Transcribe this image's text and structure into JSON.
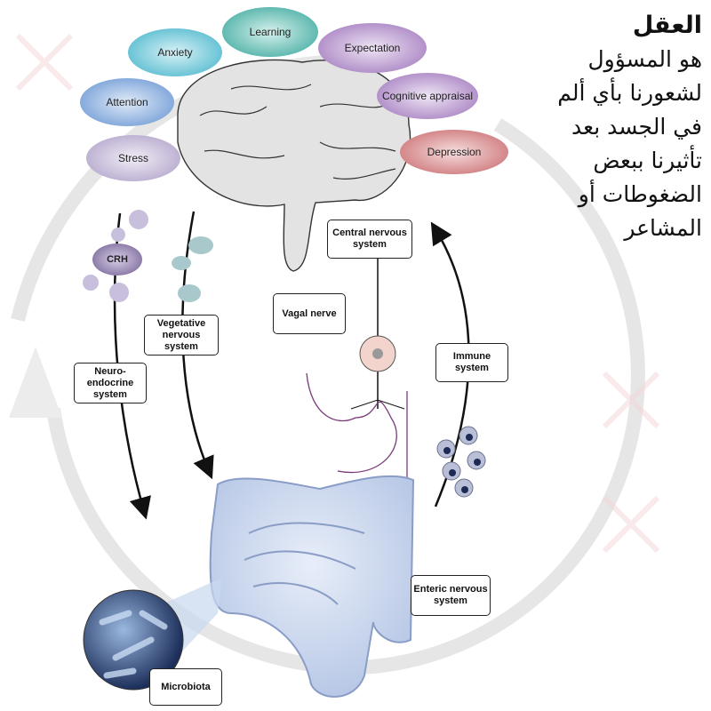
{
  "title": "العقل",
  "description_lines": [
    "هو المسؤول",
    "لشعورنا بأي ألم",
    "في الجسد بعد",
    "تأثيرنا ببعض",
    "الضغوطات أو",
    "المشاعر"
  ],
  "brain_factors": [
    {
      "label": "Anxiety",
      "color": "#3bb0c8"
    },
    {
      "label": "Learning",
      "color": "#2fa398"
    },
    {
      "label": "Expectation",
      "color": "#9a6fb8"
    },
    {
      "label": "Attention",
      "color": "#5f8fd0"
    },
    {
      "label": "Cognitive appraisal",
      "color": "#9a6fb8"
    },
    {
      "label": "Stress",
      "color": "#a99ac4"
    },
    {
      "label": "Depression",
      "color": "#c66266"
    }
  ],
  "labels": {
    "crh": "CRH",
    "neuroendocrine": "Neuro-endocrine system",
    "vegetative": "Vegetative nervous system",
    "vagal": "Vagal nerve",
    "central": "Central nervous system",
    "immune": "Immune system",
    "enteric": "Enteric nervous system",
    "microbiota": "Microbiota"
  }
}
